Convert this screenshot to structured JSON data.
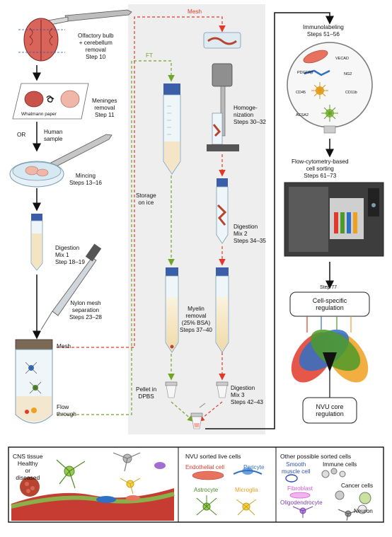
{
  "protocol": {
    "olfactory": {
      "line1": "Olfactory bulb",
      "line2": "+ cerebellum",
      "line3": "removal",
      "step": "Step 10"
    },
    "whatmann": "Whatmann paper",
    "meninges": {
      "line1": "Meninges",
      "line2": "removal",
      "step": "Step 11"
    },
    "or": "OR",
    "human": {
      "line1": "Human",
      "line2": "sample"
    },
    "mincing": {
      "line1": "Mincing",
      "step": "Steps 13–16"
    },
    "digestion1": {
      "line1": "Digestion",
      "line2": "Mix 1",
      "step": "Step 18–19"
    },
    "nylon": {
      "line1": "Nylon mesh",
      "line2": "separation",
      "step": "Steps 23–28"
    },
    "mesh_left": "Mesh",
    "flow_through": {
      "line1": "Flow",
      "line2": "through"
    },
    "mesh_top": "Mesh",
    "ft": "FT",
    "homogenization": {
      "line1": "Homoge-",
      "line2": "nization",
      "step": "Steps 30–32"
    },
    "storage": {
      "line1": "Storage",
      "line2": "on ice"
    },
    "digestion2": {
      "line1": "Digestion",
      "line2": "Mix 2",
      "step": "Steps 34–35"
    },
    "myelin": {
      "line1": "Myelin",
      "line2": "removal",
      "line3": "(25% BSA)",
      "step": "Steps 37–40"
    },
    "pellet": {
      "line1": "Pellet in",
      "line2": "DPBS"
    },
    "digestion3": {
      "line1": "Digestion",
      "line2": "Mix 3",
      "step": "Steps 42–43"
    },
    "immunolabeling": {
      "line1": "Immunolabeling",
      "step": "Steps 51–56"
    },
    "markers": [
      "VECAD",
      "PDGFRβ",
      "NG2",
      "CD45",
      "CD11b",
      "ACSA2"
    ],
    "facs": {
      "line1": "Flow-cytometry-based",
      "line2": "cell sorting",
      "step": "Steps 61–73"
    },
    "step77": "Step 77",
    "cell_specific": {
      "line1": "Cell-specific",
      "line2": "regulation"
    },
    "nvu_core": {
      "line1": "NVU core",
      "line2": "regulation"
    }
  },
  "legend": {
    "cns": {
      "line1": "CNS tissue",
      "line2": "Healthy",
      "line3": "or",
      "line4": "diseased"
    },
    "nvu_title": "NVU sorted live cells",
    "nvu_cells": [
      "Endothelial cell",
      "Pericyte",
      "Astrocyte",
      "Microglia"
    ],
    "other_title": "Other possible sorted cells",
    "other_cells": [
      "Smooth",
      "muscle cell",
      "Immune cells",
      "Fibroblast",
      "Cancer cells",
      "Oligodendrocyte",
      "Neuron"
    ]
  },
  "colors": {
    "red_arrow": "#e23a2a",
    "green_arrow": "#72a32b",
    "panel_bg": "#eeeeee",
    "endothelial": "#e23a2a",
    "pericyte": "#2f6fc4",
    "astrocyte": "#4e8a23",
    "microglia": "#f0a020",
    "smooth_muscle": "#2f4fb0",
    "fibroblast": "#d659d0",
    "oligodendrocyte": "#7b3fb0",
    "venn": [
      "#e23a2a",
      "#2f6fc4",
      "#4e9a2a",
      "#f0a020"
    ]
  }
}
